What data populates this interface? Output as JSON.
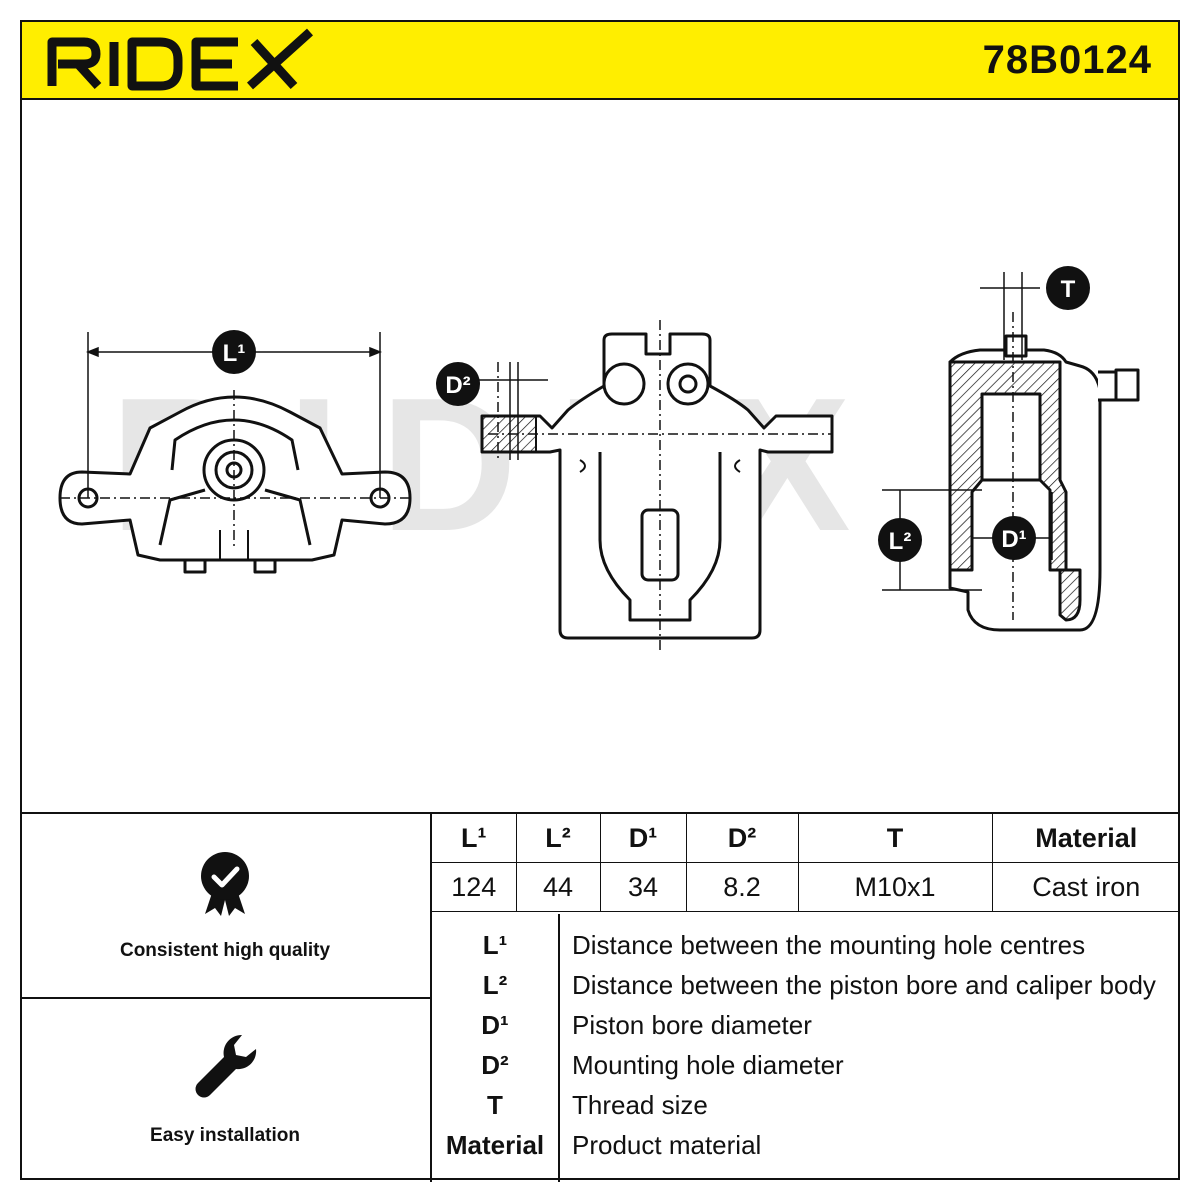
{
  "brand": {
    "name": "RIDEX",
    "accent_color": "#ffee00"
  },
  "part_number": "78B0124",
  "diagram": {
    "labels": {
      "l1": "L¹",
      "l2": "L²",
      "d1": "D¹",
      "d2": "D²",
      "t": "T"
    },
    "watermark": "RIDEX"
  },
  "features": [
    {
      "icon": "quality-badge-icon",
      "label": "Consistent high quality"
    },
    {
      "icon": "wrench-icon",
      "label": "Easy installation"
    }
  ],
  "spec_table": {
    "headers": [
      "L¹",
      "L²",
      "D¹",
      "D²",
      "T",
      "Material"
    ],
    "values": [
      "124",
      "44",
      "34",
      "8.2",
      "M10x1",
      "Cast iron"
    ]
  },
  "legend": [
    {
      "key": "L¹",
      "desc": "Distance between the mounting hole centres"
    },
    {
      "key": "L²",
      "desc": "Distance between the piston bore and caliper body"
    },
    {
      "key": "D¹",
      "desc": "Piston bore diameter"
    },
    {
      "key": "D²",
      "desc": "Mounting hole diameter"
    },
    {
      "key": "T",
      "desc": "Thread size"
    },
    {
      "key": "Material",
      "desc": "Product material"
    }
  ]
}
